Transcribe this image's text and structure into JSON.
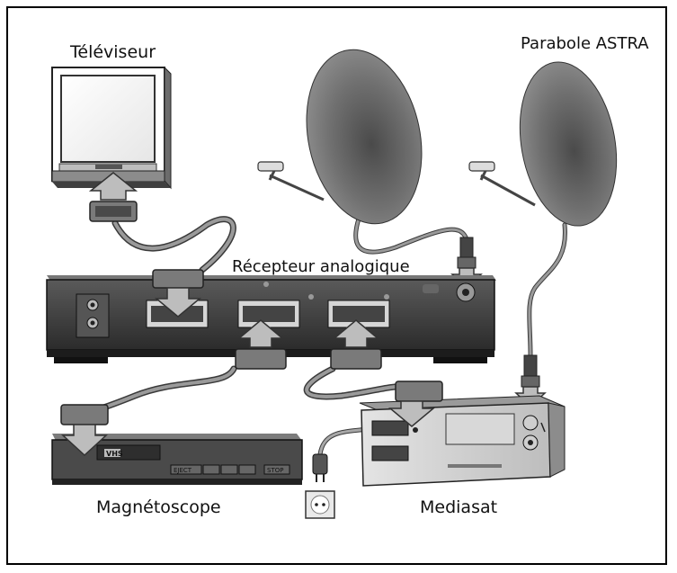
{
  "labels": {
    "tv": "Téléviseur",
    "dish": "Parabole ASTRA",
    "receiver": "Récepteur analogique",
    "vcr": "Magnétoscope",
    "mediasat": "Mediasat"
  },
  "vcr_panel": {
    "brand": "VHS",
    "eject": "EJECT",
    "stop": "STOP"
  },
  "colors": {
    "device_dark": "#3a3a3a",
    "device_mid": "#8a8a8a",
    "device_light": "#cfcfcf",
    "cable": "#6f6f6f",
    "frame": "#000000"
  }
}
